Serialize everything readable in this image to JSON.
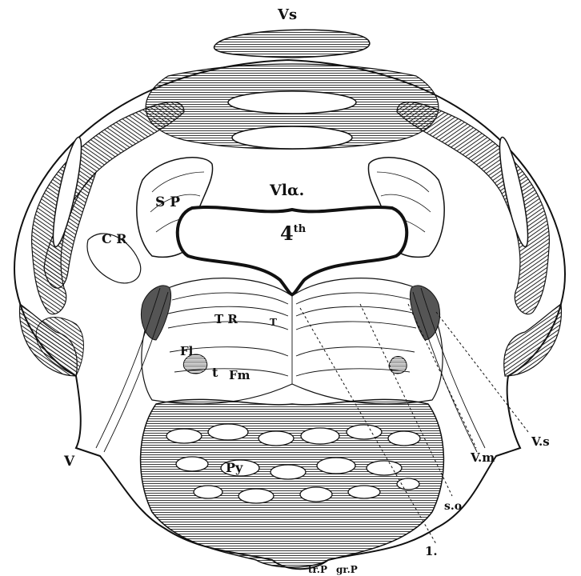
{
  "labels": {
    "vs_top": "Vs",
    "sp": "S P",
    "vla": "Vlα.",
    "fourth": "4",
    "fourth_sup": "th",
    "cr": "C R",
    "tr": "T R",
    "t_small": "T",
    "fl": "Fl",
    "t": "t",
    "fm": "Fm",
    "py": "Py",
    "v_left": "V",
    "v_s": "V.s",
    "v_m": "V.m",
    "s_o": "s.o",
    "one": "1.",
    "tr_p": "tr.P",
    "gr_p": "gr.P"
  },
  "colors": {
    "ink": "#111111",
    "paper": "#ffffff"
  }
}
